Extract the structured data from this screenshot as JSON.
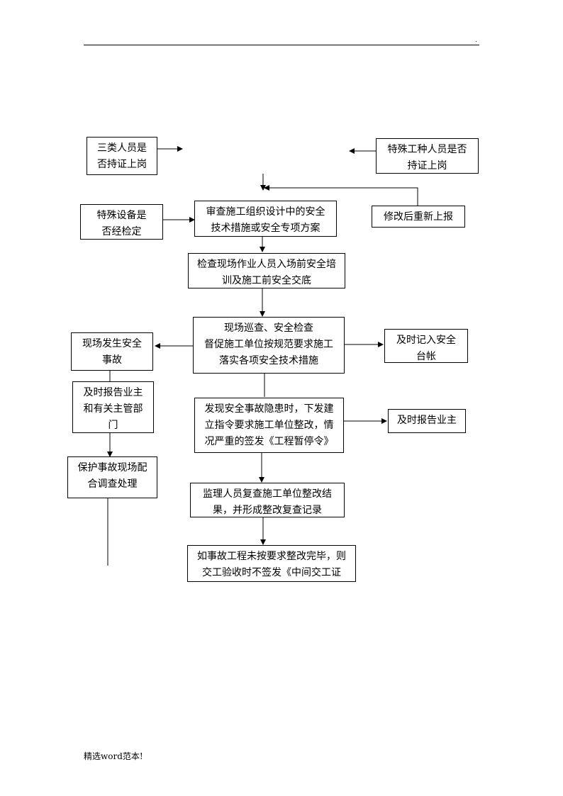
{
  "page": {
    "header_mark": ".",
    "footer_text": "精选word范本!"
  },
  "flowchart": {
    "nodes": {
      "three_types": "三类人员是\n否持证上岗",
      "special_workers": "特殊工种人员是否\n持证上岗",
      "special_equipment": "特殊设备是\n否经检定",
      "review_plan": "审查施工组织设计中的安全\n技术措施或安全专项方案",
      "resubmit": "修改后重新上报",
      "check_training": "检查现场作业人员入场前安全培\n训及施工前安全交底",
      "inspection": "现场巡查、安全检查\n督促施工单位按规范要求施工\n落实各项安全技术措施",
      "accident": "现场发生安全\n事故",
      "record_log": "及时记入安全\n台帐",
      "report_owner_depts": "及时报告业主\n和有关主管部\n门",
      "hazard_found": "发现安全事故隐患时，下发建\n立指令要求施工单位整改，情\n况严重的签发《工程暂停令》",
      "report_owner": "及时报告业主",
      "protect_scene": "保护事故现场配\n合调查处理",
      "supervisor_recheck": "监理人员复查施工单位整改结\n果，并形成整改复查记录",
      "no_certificate": "如事故工程未按要求整改完毕，则\n交工验收时不签发《中间交工证"
    }
  }
}
